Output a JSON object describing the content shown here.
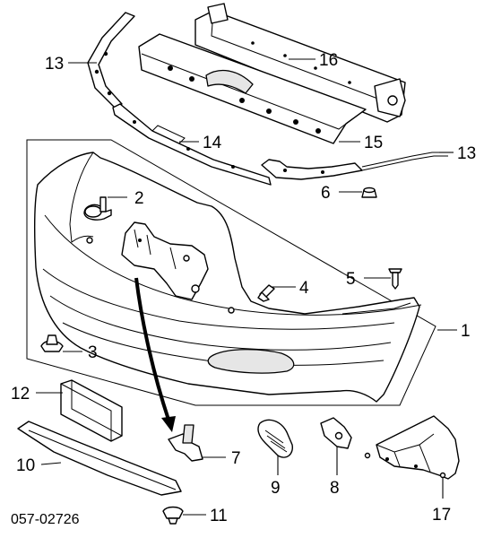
{
  "figure_code": "057-02726",
  "callouts": {
    "c1": "1",
    "c2": "2",
    "c3": "3",
    "c4": "4",
    "c5": "5",
    "c6": "6",
    "c7": "7",
    "c8": "8",
    "c9": "9",
    "c10": "10",
    "c11": "11",
    "c12": "12",
    "c13a": "13",
    "c13b": "13",
    "c14": "14",
    "c15": "15",
    "c16": "16",
    "c17": "17"
  }
}
